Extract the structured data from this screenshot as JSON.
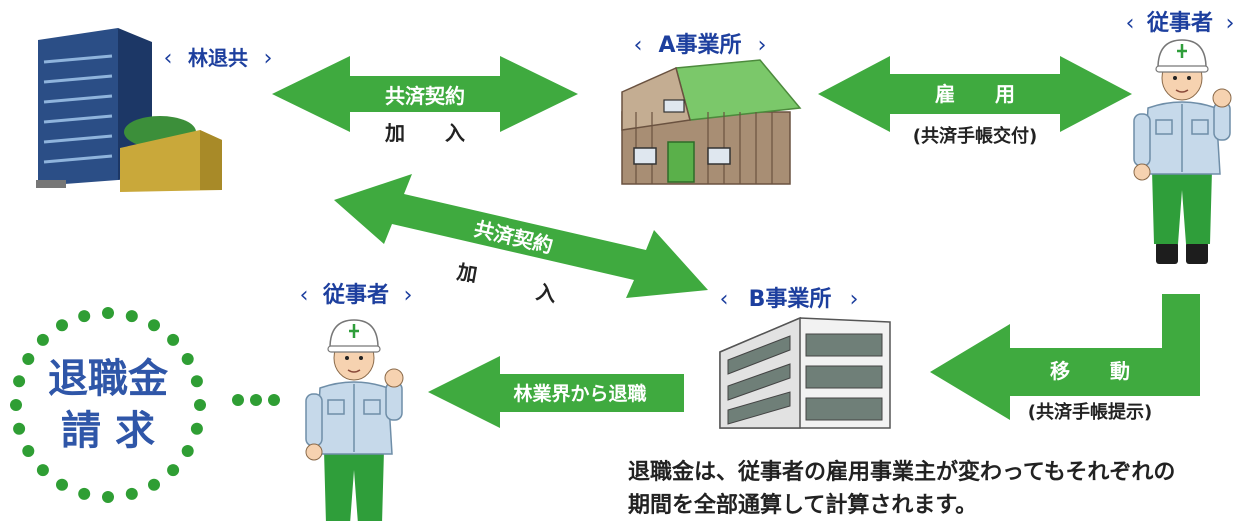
{
  "nodes": {
    "rintaikyo": "林退共",
    "office_a": "A事業所",
    "worker_top": "従事者",
    "worker_bottom": "従事者",
    "office_b": "B事業所"
  },
  "arrows": {
    "contract_top": {
      "line1": "共済契約",
      "line2": "加　　入"
    },
    "employment": {
      "line1": "雇　　用",
      "line2": "(共済手帳交付)"
    },
    "contract_diagonal": {
      "line1": "共済契約",
      "line2_a": "加",
      "line2_b": "入"
    },
    "transfer": {
      "line1": "移　　動",
      "line2": "(共済手帳提示)"
    },
    "retire": {
      "line1": "林業界から退職"
    }
  },
  "claim": {
    "line1": "退職金",
    "line2": "請 求"
  },
  "note": {
    "line1": "退職金は、従事者の雇用事業主が変わってもそれぞれの",
    "line2": "期間を全部通算して計算されます。"
  },
  "colors": {
    "arrow_green": "#3faa3f",
    "node_blue": "#1d3f9e",
    "claim_blue": "#2f56a8",
    "claim_dots": "#2f9e34",
    "building_blue": "#2b4e86",
    "cabin_brown": "#a88e74",
    "roof_green": "#7bc86a",
    "trouser_green": "#2f9e3a",
    "shirt_blue": "#c6d9ea"
  }
}
